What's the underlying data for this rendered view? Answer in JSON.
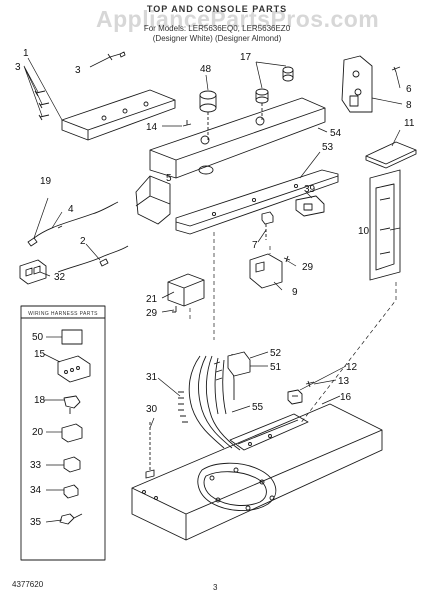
{
  "header": {
    "title": "TOP AND CONSOLE PARTS",
    "model_line": "For Models: LER5636EQ0, LER5636EZ0",
    "variant_line": "(Designer White) (Designer Almond)"
  },
  "watermark": "AppliancePartsPros.com",
  "inset": {
    "title": "WIRING HARNESS PARTS"
  },
  "callouts": [
    "1",
    "2",
    "3",
    "3",
    "4",
    "5",
    "6",
    "7",
    "8",
    "9",
    "10",
    "11",
    "12",
    "13",
    "14",
    "15",
    "16",
    "17",
    "18",
    "19",
    "20",
    "21",
    "29",
    "29",
    "30",
    "31",
    "32",
    "33",
    "34",
    "35",
    "39",
    "48",
    "50",
    "51",
    "52",
    "53",
    "54",
    "55"
  ],
  "footer": {
    "doc_number": "4377620",
    "page_number": "3"
  },
  "colors": {
    "ink": "#1a1a1a",
    "paper": "#ffffff",
    "watermark": "#9a9a9a"
  }
}
